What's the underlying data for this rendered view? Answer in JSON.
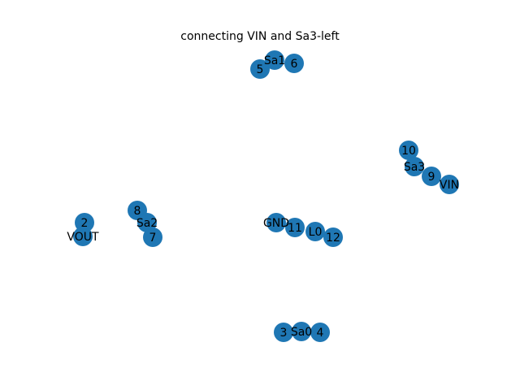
{
  "title": "connecting VIN and Sa3-left",
  "node_color": "#1f77b4",
  "nodes": [
    {
      "id": "Sa1",
      "label": "Sa1"
    },
    {
      "id": "5",
      "label": "5"
    },
    {
      "id": "6",
      "label": "6"
    },
    {
      "id": "10",
      "label": "10"
    },
    {
      "id": "Sa3",
      "label": "Sa3"
    },
    {
      "id": "9",
      "label": "9"
    },
    {
      "id": "VIN",
      "label": "VIN"
    },
    {
      "id": "8",
      "label": "8"
    },
    {
      "id": "Sa2",
      "label": "Sa2"
    },
    {
      "id": "7",
      "label": "7"
    },
    {
      "id": "2",
      "label": "2"
    },
    {
      "id": "VOUT",
      "label": "VOUT"
    },
    {
      "id": "GND",
      "label": "GND"
    },
    {
      "id": "11",
      "label": "11"
    },
    {
      "id": "L0",
      "label": "L0"
    },
    {
      "id": "12",
      "label": "12"
    },
    {
      "id": "3",
      "label": "3"
    },
    {
      "id": "Sa0",
      "label": "Sa0"
    },
    {
      "id": "4",
      "label": "4"
    }
  ]
}
